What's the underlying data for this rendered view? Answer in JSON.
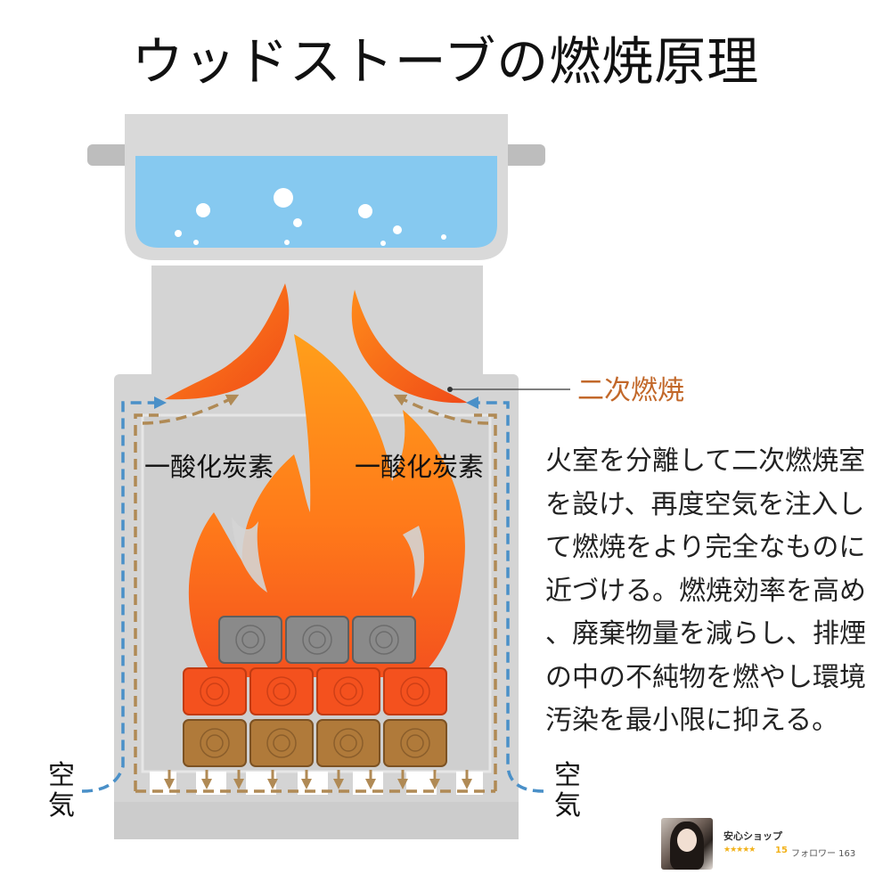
{
  "title": "ウッドストーブの燃焼原理",
  "labels": {
    "secondary_combustion": "二次燃焼",
    "carbon_monoxide_left": "一酸化炭素",
    "carbon_monoxide_right": "一酸化炭素",
    "air_left": "空\n気",
    "air_right": "空\n気"
  },
  "description_lines": [
    "火室を分離して二次燃焼室",
    "を設け、再度空気を注入し",
    "て燃焼をより完全なものに",
    "近づける。燃焼効率を高め",
    "、廃棄物量を減らし、排煙",
    "の中の不純物を燃やし環境",
    "汚染を最小限に抑える。"
  ],
  "shop": {
    "name": "安心ショップ",
    "stars": "★★★★★",
    "rating": "15",
    "followers_label": "フォロワー 163"
  },
  "colors": {
    "flame_outer": "#f4511e",
    "flame_inner": "#ff9800",
    "water": "#86c9f0",
    "stove": "#d4d4d4",
    "air_flow": "#4a90c8",
    "gas_flow": "#b08a55",
    "secondary_label": "#c2682a",
    "log_gray": "#8a8a8a",
    "log_burning": "#f4511e",
    "log_brown": "#b07a3a"
  }
}
